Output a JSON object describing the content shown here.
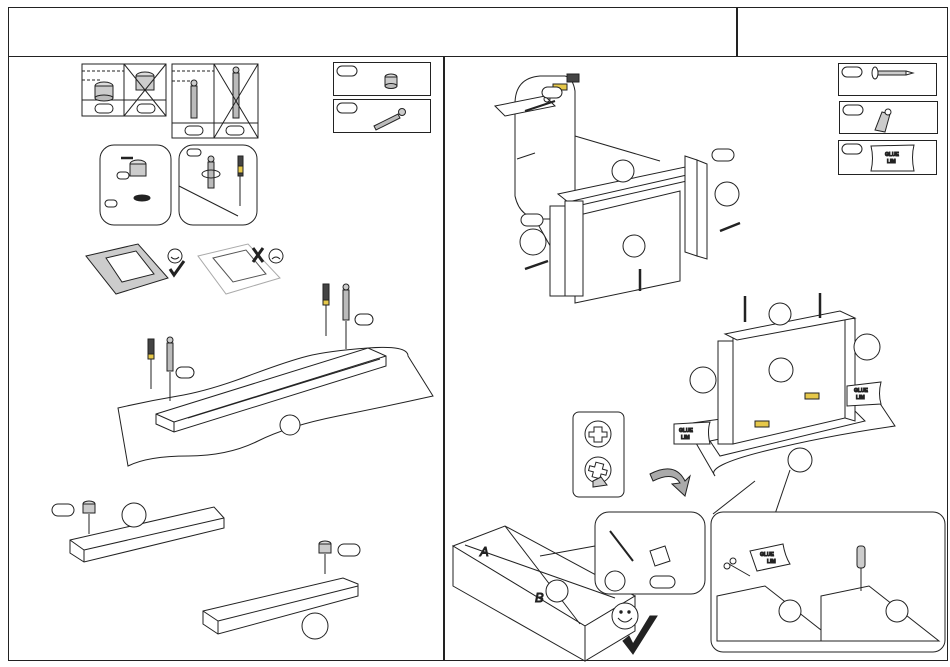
{
  "page": {
    "header": {
      "title": "",
      "page_number": ""
    },
    "left_panel": {
      "hardware": [
        {
          "icon": "cam-lock-icon",
          "part_label": ""
        },
        {
          "icon": "cam-bolt-icon",
          "part_label": ""
        }
      ],
      "depth_guides": [
        {
          "icon": "cam-lock-correct-depth-icon",
          "status": "correct",
          "part_label": ""
        },
        {
          "icon": "cam-lock-wrong-depth-icon",
          "status": "wrong",
          "part_label": ""
        },
        {
          "icon": "cam-bolt-correct-depth-icon",
          "status": "correct",
          "part_label": ""
        },
        {
          "icon": "cam-bolt-wrong-depth-icon",
          "status": "wrong",
          "part_label": ""
        }
      ],
      "work_surface_tips": [
        {
          "icon": "soft-surface-happy-icon",
          "status": "correct"
        },
        {
          "icon": "hard-surface-sad-icon",
          "status": "wrong"
        }
      ],
      "step_panel_labels": [
        "",
        "",
        ""
      ]
    },
    "right_panel": {
      "hardware": [
        {
          "icon": "wood-screw-icon",
          "part_label": ""
        },
        {
          "icon": "corner-bracket-icon",
          "part_label": ""
        },
        {
          "icon": "glue-packet-icon",
          "part_label": "",
          "text": "GLUE LIM"
        }
      ],
      "glue_label_line1": "GLUE",
      "glue_label_line2": "LIM",
      "diagonal_labels": {
        "a": "A",
        "b": "B"
      },
      "cam_rotation_hint": "turn-cam-clockwise"
    }
  }
}
